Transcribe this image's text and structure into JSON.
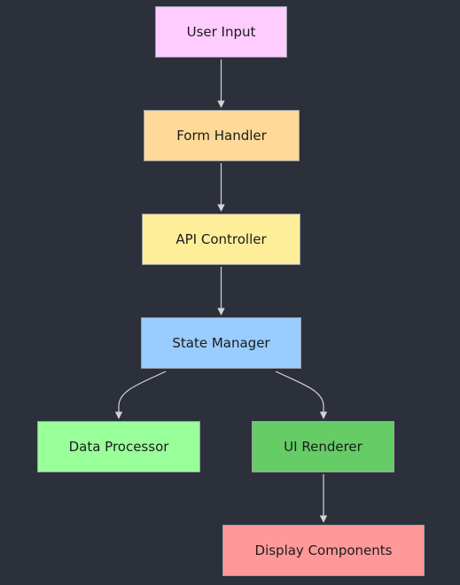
{
  "diagram": {
    "nodes": [
      {
        "id": "user-input",
        "label": "User Input",
        "color": "#ffccff"
      },
      {
        "id": "form-handler",
        "label": "Form Handler",
        "color": "#ffd998"
      },
      {
        "id": "api-controller",
        "label": "API Controller",
        "color": "#ffee99"
      },
      {
        "id": "state-manager",
        "label": "State Manager",
        "color": "#99ccff"
      },
      {
        "id": "data-processor",
        "label": "Data Processor",
        "color": "#99ff99"
      },
      {
        "id": "ui-renderer",
        "label": "UI Renderer",
        "color": "#66cc66"
      },
      {
        "id": "display-components",
        "label": "Display Components",
        "color": "#ff9999"
      }
    ],
    "edges": [
      {
        "from": "user-input",
        "to": "form-handler"
      },
      {
        "from": "form-handler",
        "to": "api-controller"
      },
      {
        "from": "api-controller",
        "to": "state-manager"
      },
      {
        "from": "state-manager",
        "to": "data-processor"
      },
      {
        "from": "state-manager",
        "to": "ui-renderer"
      },
      {
        "from": "ui-renderer",
        "to": "display-components"
      }
    ]
  }
}
